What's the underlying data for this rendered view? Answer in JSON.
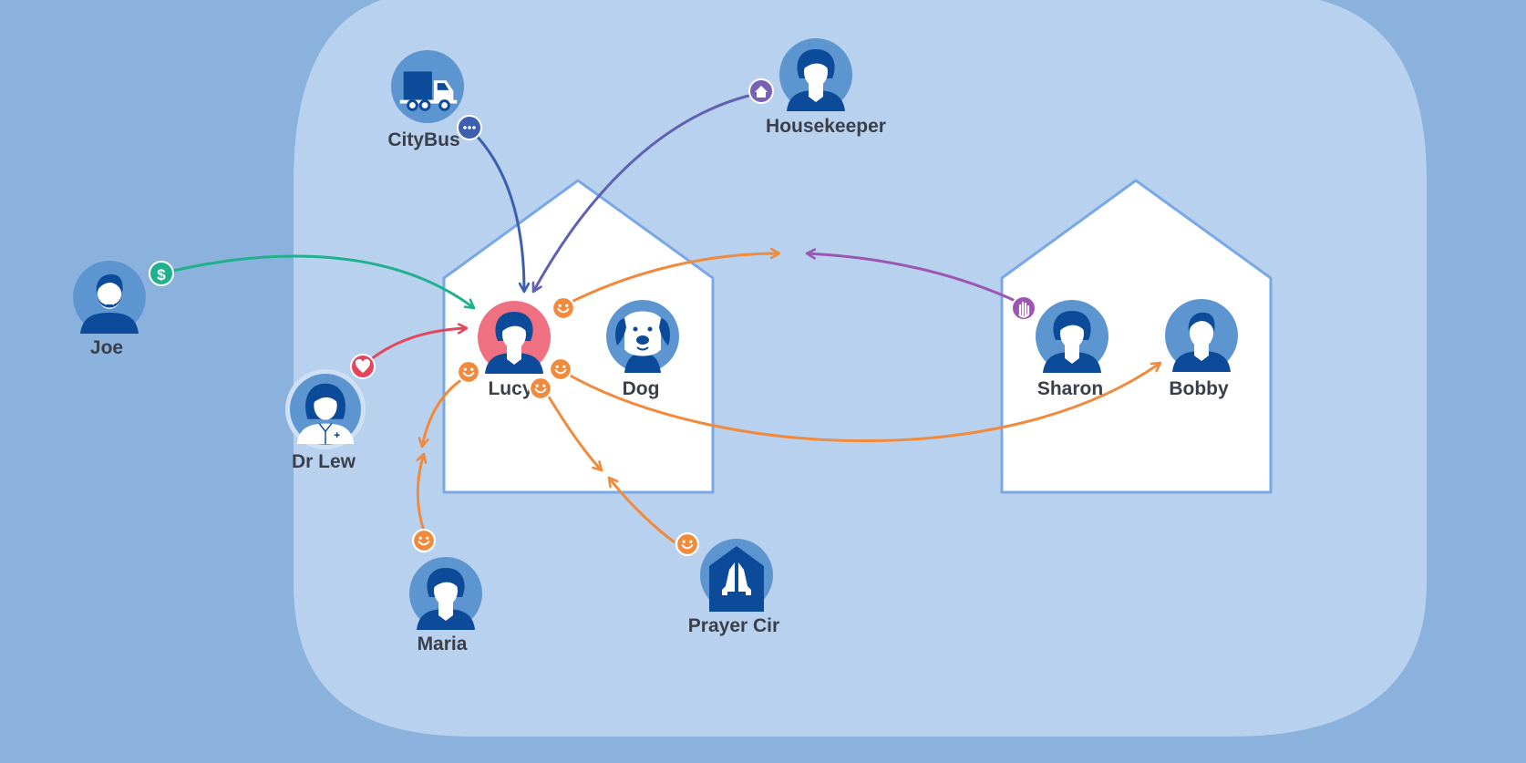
{
  "colors": {
    "outer_bg": "#8ab2dd",
    "inner_bg": "#b8d1ee",
    "house_fill": "#ffffff",
    "house_stroke": "#7aa7e6",
    "avatar_bg": "#5d95d0",
    "avatar_dark": "#0c4a9a",
    "lucy_bg": "#ef7080",
    "green": "#21b08e",
    "red": "#e4465e",
    "orange": "#f08a3c",
    "purple": "#9b57b0",
    "blue_purple": "#5f61b0",
    "indigo": "#3d5fb0"
  },
  "people": {
    "joe": "Joe",
    "dr_lew": "Dr Lew",
    "citybus": "CityBus",
    "housekeeper": "Housekeeper",
    "lucy": "Lucy",
    "dog": "Dog",
    "maria": "Maria",
    "prayer_cir": "Prayer Cir",
    "sharon": "Sharon",
    "bobby": "Bobby"
  },
  "relation_icons": {
    "joe_to_lucy": "dollar-icon",
    "drlew_to_lucy": "heart-icon",
    "citybus_to_lucy": "chat-icon",
    "housekeeper_to_lucy": "home-icon",
    "sharon_to_household": "hand-icon",
    "support": "smiley-icon"
  }
}
